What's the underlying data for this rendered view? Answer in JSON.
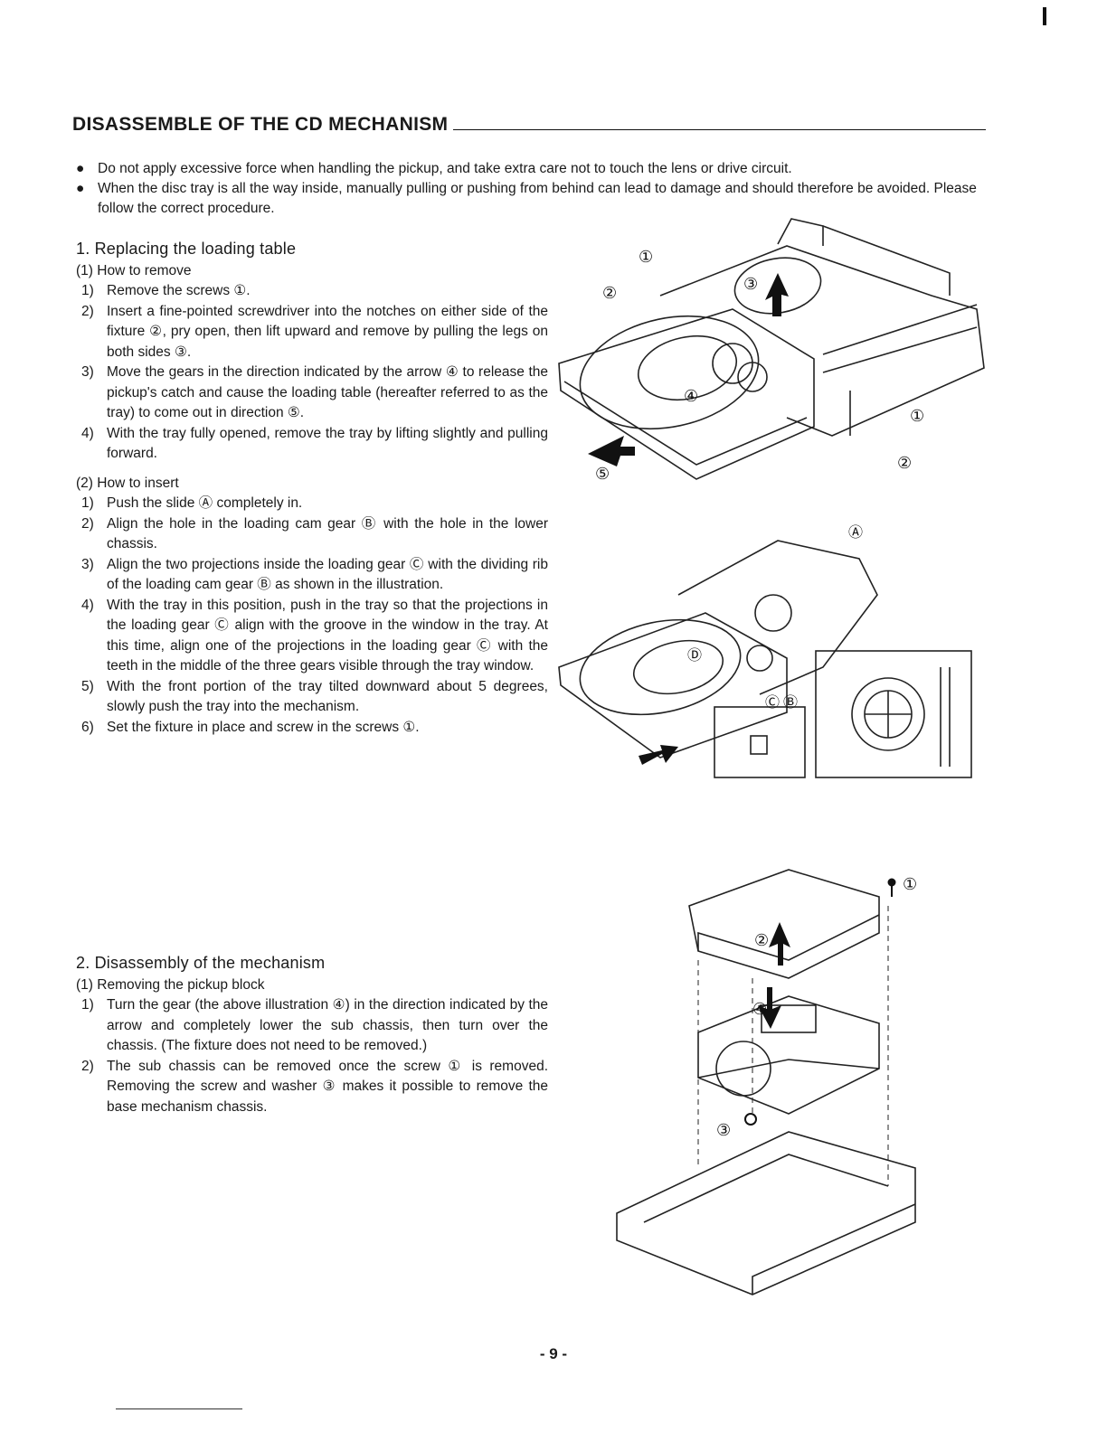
{
  "header": {
    "title": "DISASSEMBLE OF THE CD MECHANISM"
  },
  "notes": [
    "Do not apply excessive force when handling the pickup, and take extra care not to touch the lens or drive circuit.",
    "When the disc tray is all the way inside, manually pulling or pushing from behind can lead to damage and should therefore be avoided. Please follow the correct procedure."
  ],
  "section1": {
    "title": "1. Replacing the loading table",
    "remove_heading": "(1) How to remove",
    "remove_steps": [
      {
        "num": "1)",
        "text": "Remove the screws ①."
      },
      {
        "num": "2)",
        "text": "Insert a fine-pointed screwdriver into the notches on either side of the fixture ②, pry open, then lift upward and remove by pulling the legs on both sides ③."
      },
      {
        "num": "3)",
        "text": "Move the gears in the direction indicated by the arrow ④ to release the pickup's catch and cause the loading table (hereafter referred to as the tray) to come out in direction ⑤."
      },
      {
        "num": "4)",
        "text": "With the tray fully opened, remove the tray by lifting slightly and pulling forward."
      }
    ],
    "insert_heading": "(2) How to insert",
    "insert_steps": [
      {
        "num": "1)",
        "text": "Push the slide Ⓐ completely in."
      },
      {
        "num": "2)",
        "text": "Align the hole in the loading cam gear Ⓑ with the hole in the lower chassis."
      },
      {
        "num": "3)",
        "text": "Align the two projections inside the loading gear Ⓒ with the dividing rib of the loading cam gear Ⓑ as shown in the illustration."
      },
      {
        "num": "4)",
        "text": "With the tray in this position, push in the tray so that the projections in the loading gear Ⓒ align with the groove in the window in the tray. At this time, align one of the projections in the loading gear Ⓒ with the teeth in the middle of the three gears visible through the tray window."
      },
      {
        "num": "5)",
        "text": "With the front portion of the tray tilted downward about 5 degrees, slowly push the tray into the mechanism."
      },
      {
        "num": "6)",
        "text": "Set the fixture in place and screw in the screws ①."
      }
    ]
  },
  "section2": {
    "title": "2. Disassembly of the mechanism",
    "heading": "(1) Removing the pickup block",
    "steps": [
      {
        "num": "1)",
        "text": "Turn the gear (the above illustration ④) in the direction indicated by the arrow and completely lower the sub chassis, then turn over the chassis. (The fixture does not need to be removed.)"
      },
      {
        "num": "2)",
        "text": "The sub chassis can be removed once the screw ① is removed. Removing the screw and washer ③ makes it possible to remove the base mechanism chassis."
      }
    ]
  },
  "figure_labels": {
    "fig1": [
      "①",
      "②",
      "③",
      "④",
      "①",
      "②",
      "⑤"
    ],
    "fig2": [
      "Ⓐ",
      "Ⓓ",
      "Ⓒ",
      "Ⓑ"
    ],
    "fig3": [
      "①",
      "②",
      "④",
      "③"
    ]
  },
  "page_number": "- 9 -"
}
